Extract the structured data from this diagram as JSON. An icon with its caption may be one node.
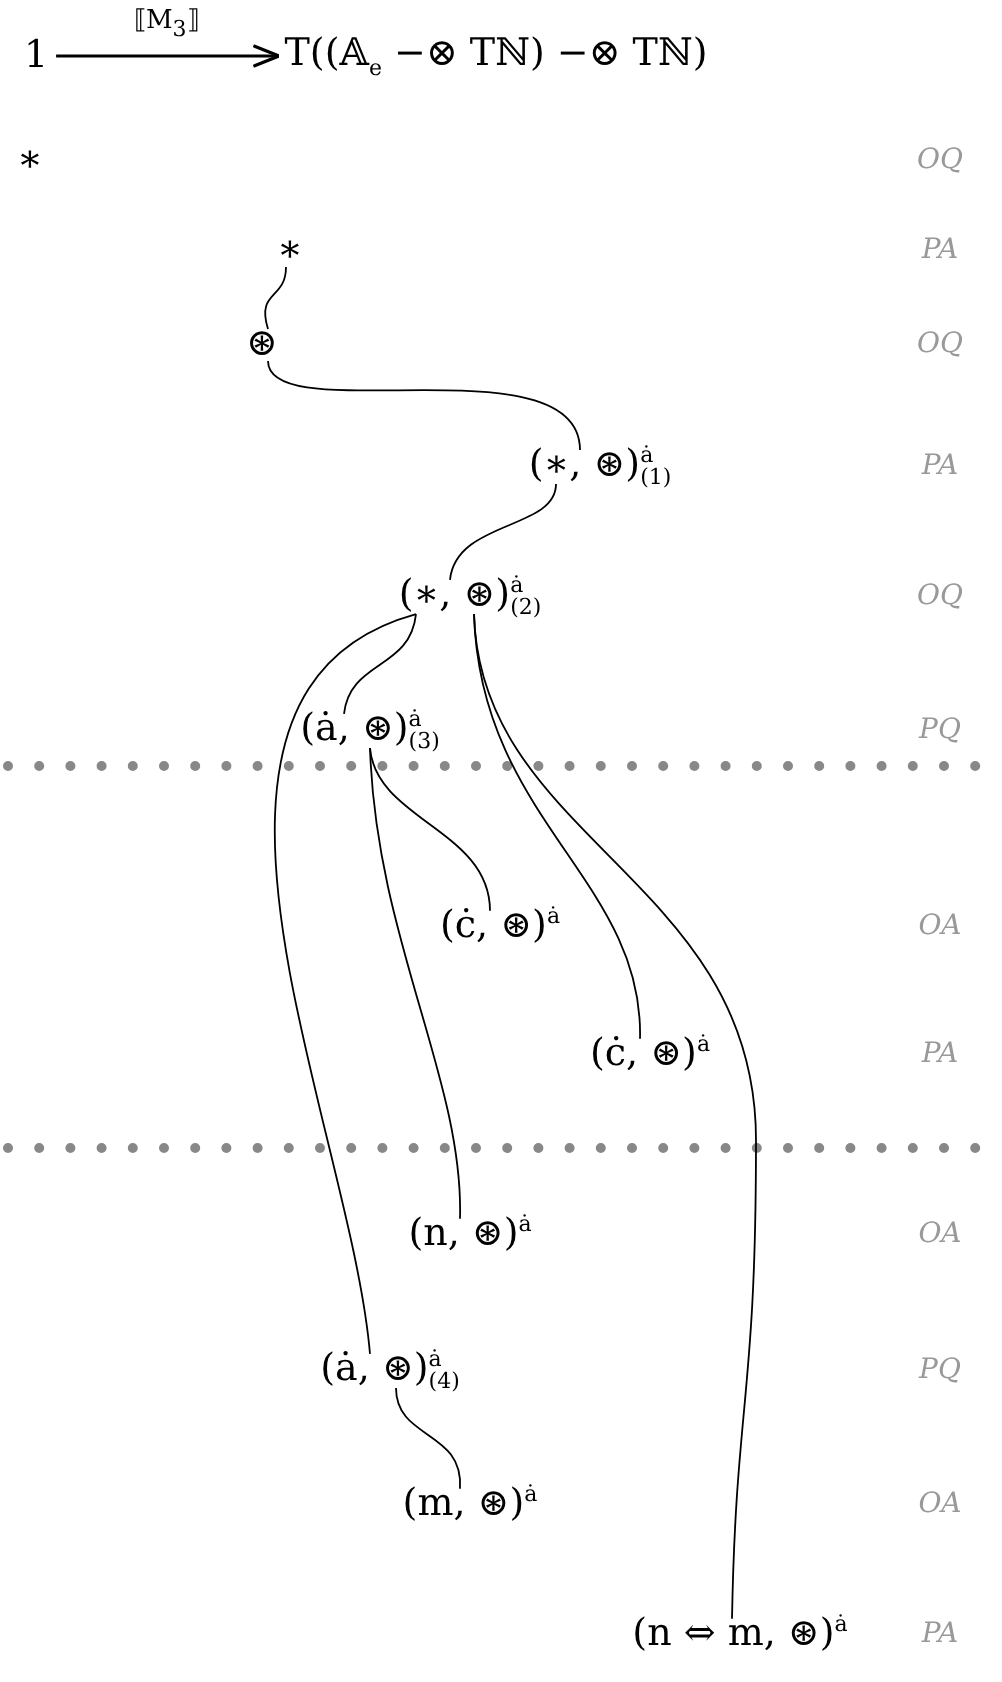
{
  "diagram": {
    "nodes": [
      {
        "text": [
          "1"
        ]
      },
      {
        "text": [
          "T((𝔸$_{e}$ −⊗ Tℕ) −⊗ Tℕ)"
        ]
      },
      {
        "text": [
          "∗"
        ]
      },
      {
        "text": [
          "∗"
        ]
      },
      {
        "text": [
          "⊛"
        ]
      },
      {
        "text": [
          "(∗, ⊛)$^{ȧ}$$_{(1)}$"
        ]
      },
      {
        "text": [
          "(∗, ⊛)$^{ȧ}$$_{(2)}$"
        ]
      },
      {
        "text": [
          "(ȧ, ⊛)$^{ȧ}$$_{(3)}$"
        ]
      },
      {
        "text": [
          "(ċ, ⊛)$^{ȧ}$"
        ]
      },
      {
        "text": [
          "(ċ, ⊛)$^{ȧ}$"
        ]
      },
      {
        "text": [
          "(n, ⊛)$^{ȧ}$"
        ]
      },
      {
        "text": [
          "(ȧ, ⊛)$^{ȧ}$$_{(4)}$"
        ]
      },
      {
        "text": [
          "(m, ⊛)$^{ȧ}$"
        ]
      },
      {
        "text": [
          "(n ⇔ m, ⊛)$^{ȧ}$"
        ]
      }
    ],
    "labels": [
      "OQ",
      "PA",
      "OQ",
      "PA",
      "OQ",
      "PQ",
      "OA",
      "PA",
      "OA",
      "PQ",
      "OA",
      "PA"
    ],
    "edges": [
      {
        "from": 0,
        "to": 1,
        "arrow": "to",
        "label": "⟦M$_{3}$⟧"
      },
      {
        "from": 3,
        "to": 4,
        "arrow": "none"
      },
      {
        "from": 4,
        "to": 5,
        "arrow": "none"
      },
      {
        "from": 5,
        "to": 6,
        "arrow": "none"
      },
      {
        "from": 6,
        "to": 7,
        "arrow": "none"
      },
      {
        "from": 6,
        "to": 11,
        "arrow": "none"
      },
      {
        "from": 7,
        "to": 8,
        "arrow": "none"
      },
      {
        "from": 7,
        "to": 10,
        "arrow": "none"
      },
      {
        "from": 6,
        "to": 9,
        "arrow": "none"
      },
      {
        "from": 6,
        "to": 13,
        "arrow": "none"
      },
      {
        "from": 11,
        "to": 12,
        "arrow": "none"
      }
    ]
  }
}
